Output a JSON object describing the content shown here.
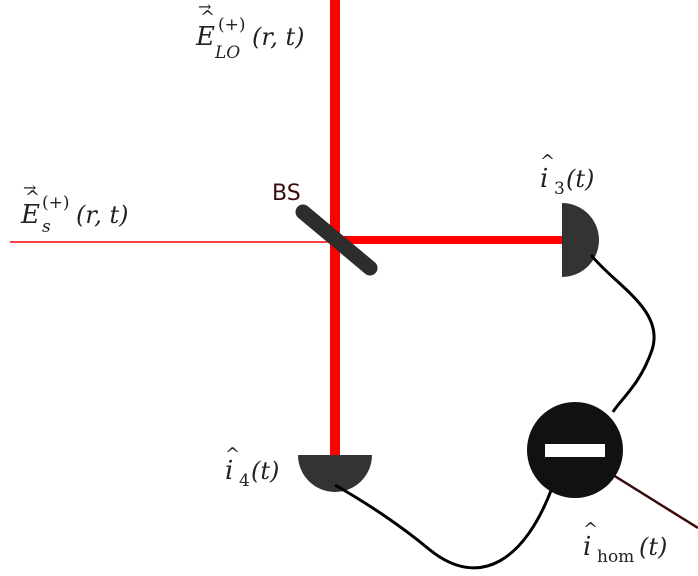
{
  "colors": {
    "lo_beam": "#ff0000",
    "signal_beam": "#ff0000",
    "beamsplitter": "#2d2d2d",
    "detector": "#333333",
    "subtractor": "#111111",
    "wire": "#000000",
    "output_wire": "#3a0a0a"
  },
  "labels": {
    "lo_field": {
      "sym": "E",
      "hat": "^",
      "arrow": "→",
      "sup": "(+)",
      "sub": "LO",
      "args": "(r, t)"
    },
    "signal_field": {
      "sym": "E",
      "hat": "^",
      "arrow": "→",
      "sup": "(+)",
      "sub": "s",
      "args": "(r, t)"
    },
    "bs": "BS",
    "i3": {
      "sym": "i",
      "hat": "^",
      "sub": "3",
      "args": "(t)"
    },
    "i4": {
      "sym": "i",
      "hat": "^",
      "sub": "4",
      "args": "(t)"
    },
    "ihom": {
      "sym": "i",
      "hat": "^",
      "sub": "hom",
      "args": "(t)"
    }
  },
  "icons": {
    "detector_3": "half-disc-detector-icon",
    "detector_4": "half-disc-detector-icon",
    "subtractor": "minus-circle-icon"
  }
}
